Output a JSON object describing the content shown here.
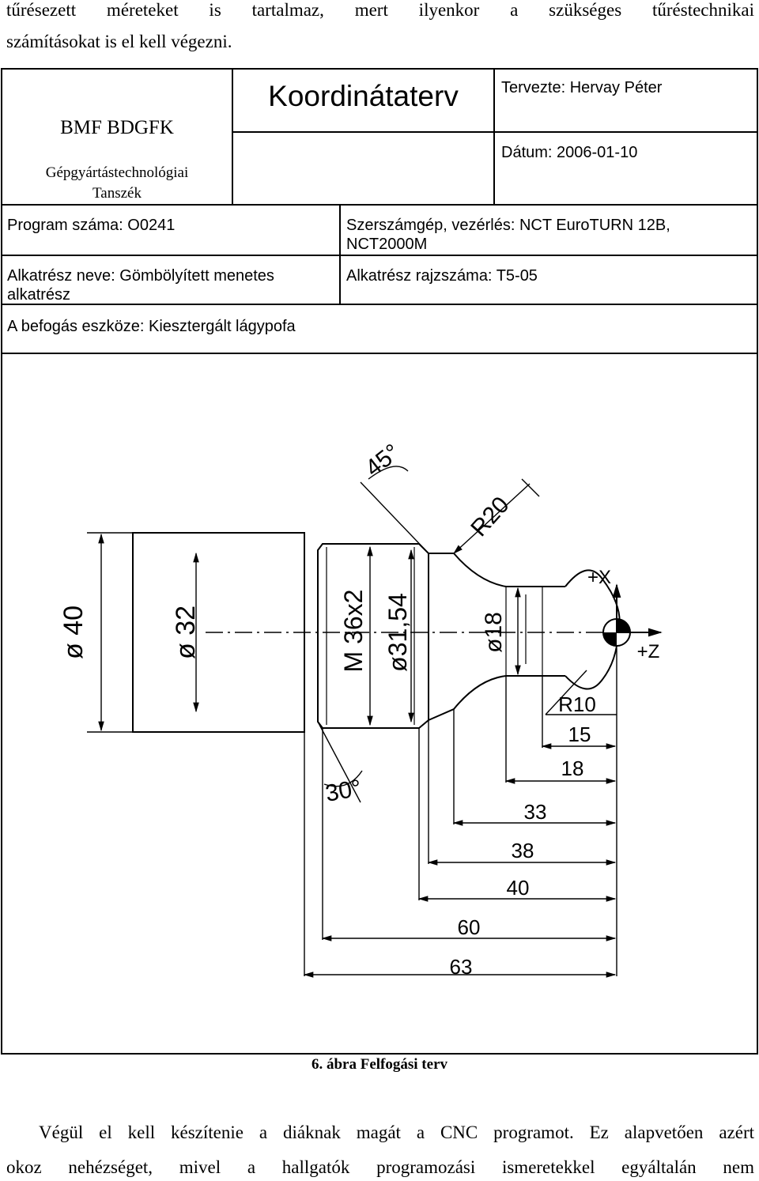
{
  "paragraph_top": {
    "line1": "tűrésezett méreteket is tartalmaz, mert ilyenkor a szükséges tűréstechnikai",
    "line2": "számításokat is el kell végezni."
  },
  "header": {
    "institution": "BMF BDGFK",
    "department_line1": "Gépgyártástechnológiai",
    "department_line2": "Tanszék",
    "title": "Koordinátaterv",
    "designer": "Tervezte: Hervay Péter",
    "date": "Dátum: 2006-01-10"
  },
  "info": {
    "program_number": "Program száma: O0241",
    "machine_line1": "Szerszámgép, vezérlés: NCT EuroTURN 12B,",
    "machine_line2": "NCT2000M",
    "part_name_line1": "Alkatrész neve: Gömbölyített menetes",
    "part_name_line2": "alkatrész",
    "drawing_number": "Alkatrész rajzszáma: T5-05",
    "fixture": "A befogás eszköze: Kiesztergált lágypofa"
  },
  "drawing": {
    "labels": {
      "d40": "ø 40",
      "d32": "ø 32",
      "m36": "M 36x2",
      "d3154": "ø31,54",
      "d18": "ø18",
      "angle45": "45°",
      "r20": "R20",
      "plus_x": "+X",
      "plus_z": "+Z",
      "angle30": "30°",
      "r10": "R10",
      "dim15": "15",
      "dim18": "18",
      "dim33": "33",
      "dim38": "38",
      "dim40": "40",
      "dim60": "60",
      "dim63": "63"
    }
  },
  "caption": "6. ábra Felfogási terv",
  "paragraph_bottom": {
    "line1": "Végül el kell készítenie a diáknak magát a CNC programot. Ez alapvetően azért",
    "line2": "okoz nehézséget, mivel a hallgatók programozási ismeretekkel egyáltalán nem"
  }
}
